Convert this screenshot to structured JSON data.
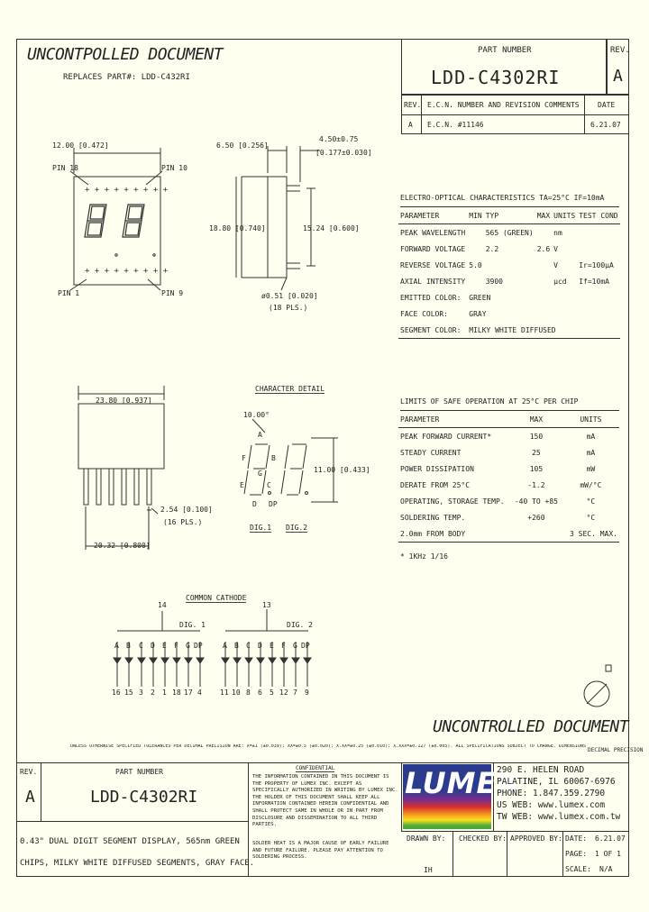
{
  "header": {
    "uncontrolled_top": "UNCONTPOLLED DOCUMENT",
    "replaces": "REPLACES PART#: LDD-C432RI",
    "part_number_label": "PART NUMBER",
    "part_number": "LDD-C4302RI",
    "rev_label": "REV.",
    "rev_value": "A",
    "rev_table": {
      "col_rev": "REV.",
      "col_ecn": "E.C.N. NUMBER AND REVISION COMMENTS",
      "col_date": "DATE",
      "rows": [
        {
          "rev": "A",
          "ecn": "E.C.N. #11146",
          "date": "6.21.07"
        }
      ]
    }
  },
  "front_view": {
    "width_dim": "12.00 [0.472]",
    "pin_18": "PIN 18",
    "pin_10": "PIN 10",
    "pin_1": "PIN 1",
    "pin_9": "PIN 9"
  },
  "side_view": {
    "depth_dim": "6.50 [0.256]",
    "lead_dim_a": "4.50±0.75",
    "lead_dim_b": "[0.177±0.030]",
    "height_dim": "18.80 [0.740]",
    "row_spacing": "15.24 [0.600]",
    "pin_dia": "ø0.51 [0.020]",
    "pin_dia_note": "(18 PLS.)"
  },
  "bottom_view": {
    "length_dim": "23.80 [0.937]",
    "pitch_dim": "2.54 [0.100]",
    "pitch_note": "(16 PLS.)",
    "span_dim": "20.32 [0.800]"
  },
  "character_detail": {
    "title": "CHARACTER DETAIL",
    "angle": "10.00°",
    "height_dim": "11.00 [0.433]",
    "dig1": "DIG.1",
    "dig2": "DIG.2",
    "seg_labels": [
      "A",
      "B",
      "C",
      "D",
      "E",
      "F",
      "G",
      "DP"
    ]
  },
  "eo_table": {
    "title": "ELECTRO-OPTICAL CHARACTERISTICS TA=25°C    IF=10mA",
    "headers": [
      "PARAMETER",
      "MIN",
      "TYP",
      "MAX",
      "UNITS",
      "TEST COND"
    ],
    "rows": [
      [
        "PEAK WAVELENGTH",
        "",
        "565 (GREEN)",
        "",
        "nm",
        ""
      ],
      [
        "FORWARD VOLTAGE",
        "",
        "2.2",
        "2.6",
        "V",
        ""
      ],
      [
        "REVERSE VOLTAGE",
        "5.0",
        "",
        "",
        "V",
        "Ir=100μA"
      ],
      [
        "AXIAL INTENSITY",
        "",
        "3900",
        "",
        "μcd",
        "If=10mA"
      ],
      [
        "EMITTED COLOR:",
        "GREEN",
        "",
        "",
        "",
        ""
      ],
      [
        "FACE COLOR:",
        "GRAY",
        "",
        "",
        "",
        ""
      ],
      [
        "SEGMENT COLOR:",
        "MILKY WHITE DIFFUSED",
        "",
        "",
        "",
        ""
      ]
    ]
  },
  "limits_table": {
    "title": "LIMITS OF SAFE OPERATION AT 25°C PER CHIP",
    "headers": [
      "PARAMETER",
      "MAX",
      "UNITS"
    ],
    "rows": [
      [
        "PEAK FORWARD CURRENT*",
        "150",
        "mA"
      ],
      [
        "STEADY CURRENT",
        "25",
        "mA"
      ],
      [
        "POWER DISSIPATION",
        "105",
        "mW"
      ],
      [
        "DERATE FROM 25°C",
        "-1.2",
        "mW/°C"
      ],
      [
        "OPERATING, STORAGE TEMP.",
        "-40 TO +85",
        "°C"
      ],
      [
        "SOLDERING TEMP.",
        "+260",
        "°C"
      ],
      [
        "2.0mm FROM BODY",
        "",
        "3 SEC. MAX."
      ]
    ],
    "footnote": "* 1KHz 1/16"
  },
  "circuit": {
    "title": "COMMON CATHODE",
    "dig1_common_pin": "14",
    "dig2_common_pin": "13",
    "dig1_label": "DIG. 1",
    "dig2_label": "DIG. 2",
    "seg_labels": [
      "A",
      "B",
      "C",
      "D",
      "E",
      "F",
      "G",
      "DP"
    ],
    "dig1_pins": [
      "16",
      "15",
      "3",
      "2",
      "1",
      "18",
      "17",
      "4"
    ],
    "dig2_pins": [
      "11",
      "10",
      "8",
      "6",
      "5",
      "12",
      "7",
      "9"
    ]
  },
  "footer": {
    "uncontrolled_bottom": "UNCONTROLLED DOCUMENT",
    "tolerance_note": "UNLESS OTHERWISE SPECIFIED TOLERANCES PER DECIMAL PRECISION ARE: X=±1 (±0.039); XX=±0.5 (±0.020); X.XX=±0.25 (±0.010); X.XXX=±0.127 (±0.005). ALL SPECIFICATIONS SUBJECT TO CHANGE. DIMENSIONS ARE IN MM [INCHES]",
    "dec_note": "DECIMAL PRECISION",
    "rev_label": "REV.",
    "rev": "A",
    "part_label": "PART NUMBER",
    "part": "LDD-C4302RI",
    "confidential_title": "CONFIDENTIAL",
    "confidential_text": "THE INFORMATION CONTAINED IN THIS DOCUMENT IS THE PROPERTY OF LUMEX INC. EXCEPT AS SPECIFICALLY AUTHORIZED IN WRITING BY LUMEX INC. THE HOLDER OF THIS DOCUMENT SHALL KEEP ALL INFORMATION CONTAINED HEREIN CONFIDENTIAL AND SHALL PROTECT SAME IN WHOLE OR IN PART FROM DISCLOSURE AND DISSEMINATION TO ALL THIRD PARTIES.",
    "logo": "LUMEX",
    "address": [
      "290 E. HELEN ROAD",
      "PALATINE, IL 60067-6976",
      "PHONE: 1.847.359.2790",
      "US WEB: www.lumex.com",
      "TW WEB: www.lumex.com.tw"
    ],
    "description": [
      "0.43\" DUAL DIGIT SEGMENT DISPLAY, 565nm GREEN",
      "CHIPS, MILKY WHITE DIFFUSED SEGMENTS, GRAY FACE."
    ],
    "solder_note": "SOLDER HEAT IS A MAJOR CAUSE OF EARLY FAILURE AND FUTURE FAILURE. PLEASE PAY ATTENTION TO SOLDERING PROCESS.",
    "drawn_by_label": "DRAWN BY:",
    "drawn_by": "IH",
    "checked_by_label": "CHECKED BY:",
    "approved_by_label": "APPROVED BY:",
    "date_label": "DATE:",
    "date": "6.21.07",
    "page_label": "PAGE:",
    "page": "1 OF 1",
    "scale_label": "SCALE:",
    "scale": "N/A"
  }
}
